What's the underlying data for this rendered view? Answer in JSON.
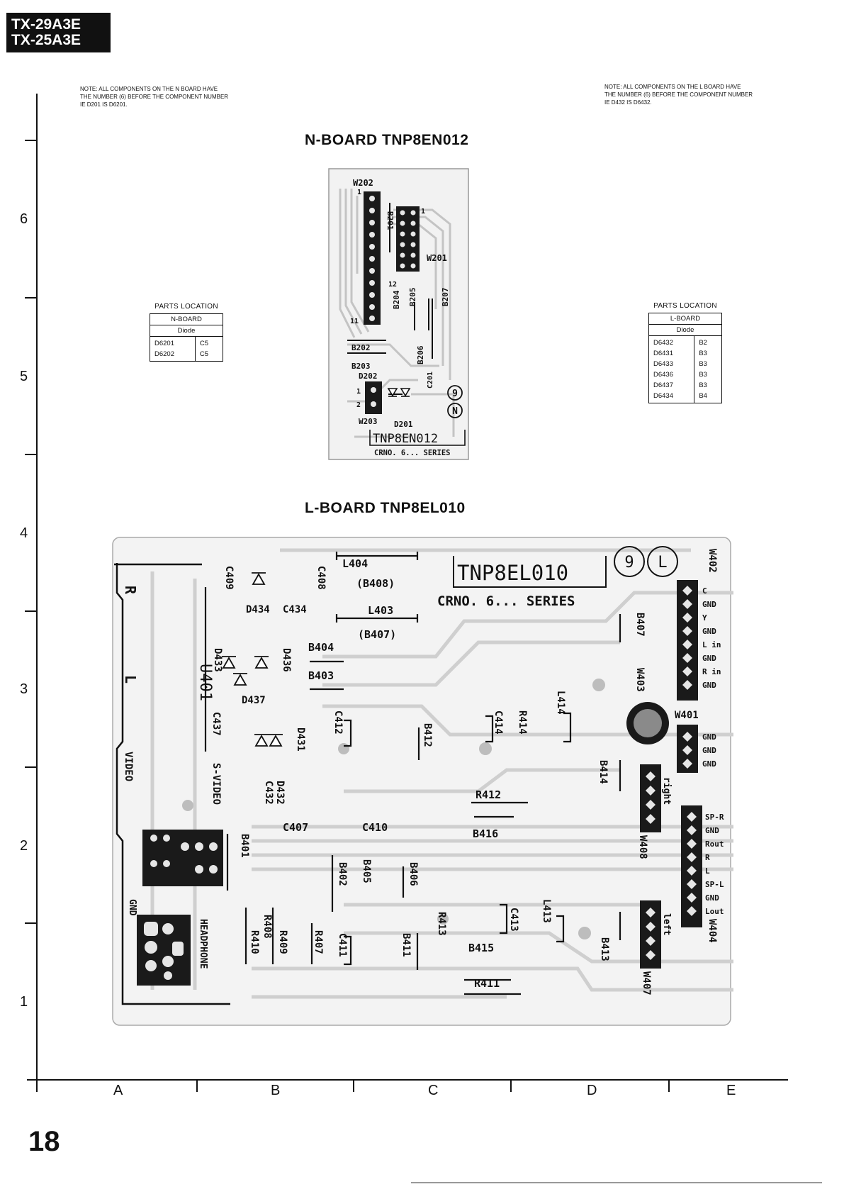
{
  "header": {
    "models": [
      "TX-29A3E",
      "TX-25A3E"
    ],
    "page_number": "18"
  },
  "notes": {
    "n_board": "NOTE: ALL COMPONENTS ON THE N BOARD HAVE THE NUMBER (6) BEFORE THE COMPONENT NUMBER ie D201 IS D6201.",
    "l_board": "NOTE: ALL COMPONENTS ON THE L BOARD HAVE THE NUMBER (6) BEFORE THE COMPONENT NUMBER ie D432 IS D6432."
  },
  "n_board": {
    "title": "N-BOARD  TNP8EN012",
    "pcb_text": "TNP8EN012",
    "series_text": "CRNO. 6... SERIES",
    "labels": [
      "W202",
      "W201",
      "B201",
      "B204",
      "B205",
      "B207",
      "B206",
      "B202",
      "B203",
      "D202",
      "W203",
      "D201",
      "C201"
    ],
    "pin_labels": [
      "1",
      "11",
      "1",
      "12",
      "1",
      "2"
    ],
    "marks": [
      "9",
      "N"
    ]
  },
  "l_board": {
    "title": "L-BOARD  TNP8EL010",
    "pcb_text": "TNP8EL010",
    "series_text": "CRNO. 6... SERIES",
    "marks": [
      "9",
      "L"
    ],
    "labels": [
      "L404",
      "(B408)",
      "L403",
      "(B407)",
      "C409",
      "C408",
      "D434",
      "C434",
      "D433",
      "D436",
      "D437",
      "U401",
      "B404",
      "B403",
      "C437",
      "D431",
      "D432",
      "C432",
      "C412",
      "B412",
      "C414",
      "R414",
      "L414",
      "R412",
      "B416",
      "C407",
      "C410",
      "B401",
      "B402",
      "B405",
      "B406",
      "R410",
      "R408",
      "R409",
      "R407",
      "C411",
      "B411",
      "R413",
      "C413",
      "L413",
      "B413",
      "B415",
      "R411",
      "B407",
      "W403",
      "W401",
      "B414",
      "W408",
      "W407",
      "W402",
      "W404"
    ],
    "side_labels": [
      "R",
      "L",
      "VIDEO",
      "S-VIDEO",
      "HEADPHONE",
      "GND"
    ],
    "w402_pins": [
      "C",
      "GND",
      "Y",
      "GND",
      "L in",
      "GND",
      "R in",
      "GND"
    ],
    "w401_pins": [
      "GND",
      "GND",
      "GND"
    ],
    "w404_pins": [
      "SP-R",
      "GND",
      "Rout",
      "R",
      "L",
      "SP-L",
      "GND",
      "Lout"
    ],
    "w408_label": "right",
    "w407_label": "left"
  },
  "parts_location_n": {
    "caption": "PARTS  LOCATION",
    "board": "N-BOARD",
    "type": "Diode",
    "rows": [
      {
        "ref": "D6201",
        "loc": "C5"
      },
      {
        "ref": "D6202",
        "loc": "C5"
      }
    ]
  },
  "parts_location_l": {
    "caption": "PARTS  LOCATION",
    "board": "L-BOARD",
    "type": "Diode",
    "rows": [
      {
        "ref": "D6432",
        "loc": "B2"
      },
      {
        "ref": "D6431",
        "loc": "B3"
      },
      {
        "ref": "D6433",
        "loc": "B3"
      },
      {
        "ref": "D6436",
        "loc": "B3"
      },
      {
        "ref": "D6437",
        "loc": "B3"
      },
      {
        "ref": "D6434",
        "loc": "B4"
      }
    ]
  },
  "grid": {
    "rows": [
      "6",
      "5",
      "4",
      "3",
      "2",
      "1"
    ],
    "columns": [
      "A",
      "B",
      "C",
      "D",
      "E"
    ]
  }
}
